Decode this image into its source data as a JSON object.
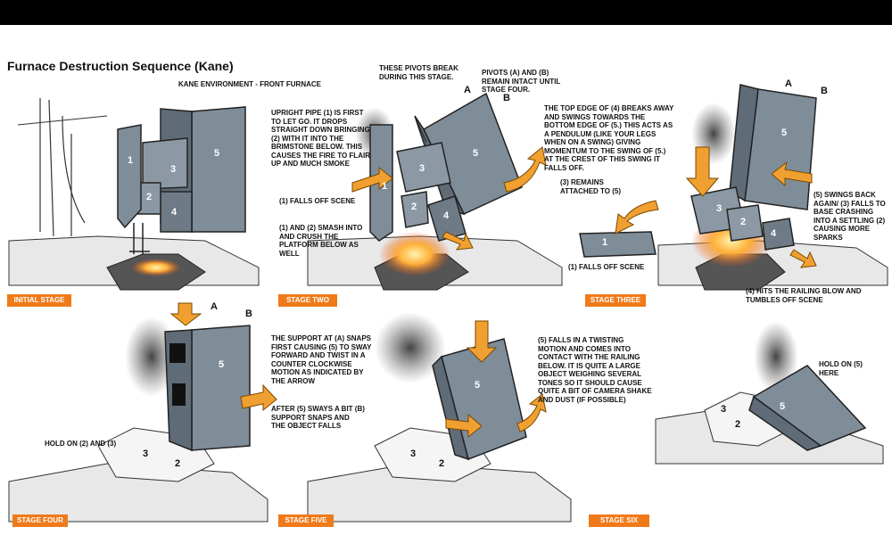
{
  "title": "Furnace Destruction Sequence (Kane)",
  "subtitle": "KANE ENVIRONMENT - FRONT FURNACE",
  "colors": {
    "orange": "#f07a1a",
    "metal": "#7f8d99",
    "fire": "#ffb13a",
    "smoke": "#555555"
  },
  "stages": {
    "s1": "INITIAL STAGE",
    "s2": "STAGE TWO",
    "s3": "STAGE THREE",
    "s4": "STAGE FOUR",
    "s5": "STAGE FIVE",
    "s6": "STAGE SIX"
  },
  "notes": {
    "n1": "Upright pipe (1) is first to let go. It drops straight down bringing (2) with it into the brimstone below. This causes the fire to flair up and much smoke",
    "n2": "(1) Falls off scene",
    "n3": "(1) and (2) smash into and crush the platform below as well",
    "n4": "These pivots break during this stage.",
    "n5": "Pivots (A) and (B) remain intact until stage four.",
    "n6": "The top edge of (4) breaks away and swings towards the bottom edge of (5.) This acts as a pendulum (like your legs when on a swing) giving momentum to the swing of (5.) At the crest of this swing it falls off.",
    "n7": "(3) Remains attached to (5)",
    "n8": "(1) Falls off scene",
    "n9": "(5) Swings back again/ (3) falls to base crashing into a settling (2) causing more sparks",
    "n10": "(4) Hits the railing blow and tumbles off scene",
    "n11": "The support at (A) snaps first causing (5) to sway forward and twist in a counter clockwise motion as indicated by the arrow",
    "n12": "After (5) sways a bit (B) support snaps and the object falls",
    "n13": "Hold on (2) and (3)",
    "n14": "(5) Falls in a twisting motion and comes into contact with the railing below. It is quite a large object weighing several tones so it should cause quite a bit of camera shake and dust (if possible)",
    "n15": "Hold on (5) here"
  },
  "labels": {
    "one": "1",
    "two": "2",
    "three": "3",
    "four": "4",
    "five": "5",
    "a": "A",
    "b": "B"
  }
}
